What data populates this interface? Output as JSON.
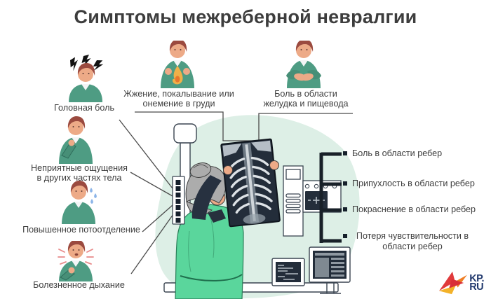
{
  "title": "Симптомы межреберной невралгии",
  "left_symptoms": [
    {
      "icon": "headache-icon",
      "label": "Головная боль"
    },
    {
      "icon": "body-discomfort-icon",
      "label": "Неприятные ощущения\nв других частях тела"
    },
    {
      "icon": "sweating-icon",
      "label": "Повышенное потоотделение"
    },
    {
      "icon": "painful-breathing-icon",
      "label": "Болезненное дыхание"
    }
  ],
  "top_symptoms": [
    {
      "icon": "chest-burning-icon",
      "label": "Жжение, покалывание или\nонемение в груди"
    },
    {
      "icon": "stomach-pain-icon",
      "label": "Боль в области\nжелудка и пищевода"
    }
  ],
  "right_symptoms": [
    {
      "label": "Боль в области ребер"
    },
    {
      "label": "Припухлость в области ребер"
    },
    {
      "label": "Покраснение в области ребер"
    },
    {
      "label": "Потеря чувствительности в\nобласти ребер"
    }
  ],
  "logo": {
    "top": "KP.",
    "bottom": "RU"
  },
  "colors": {
    "doctor_coat_green": "#5ad69c",
    "character_sweater_green": "#4e9c83",
    "background_blob": "#ddefe6",
    "xray_film_navy": "#232d3a",
    "line_gray": "#4b4b4b",
    "logo_blue": "#223a6e",
    "logo_red": "#e03a3c",
    "logo_orange": "#ef7d23",
    "logo_yellow": "#f3b229"
  }
}
